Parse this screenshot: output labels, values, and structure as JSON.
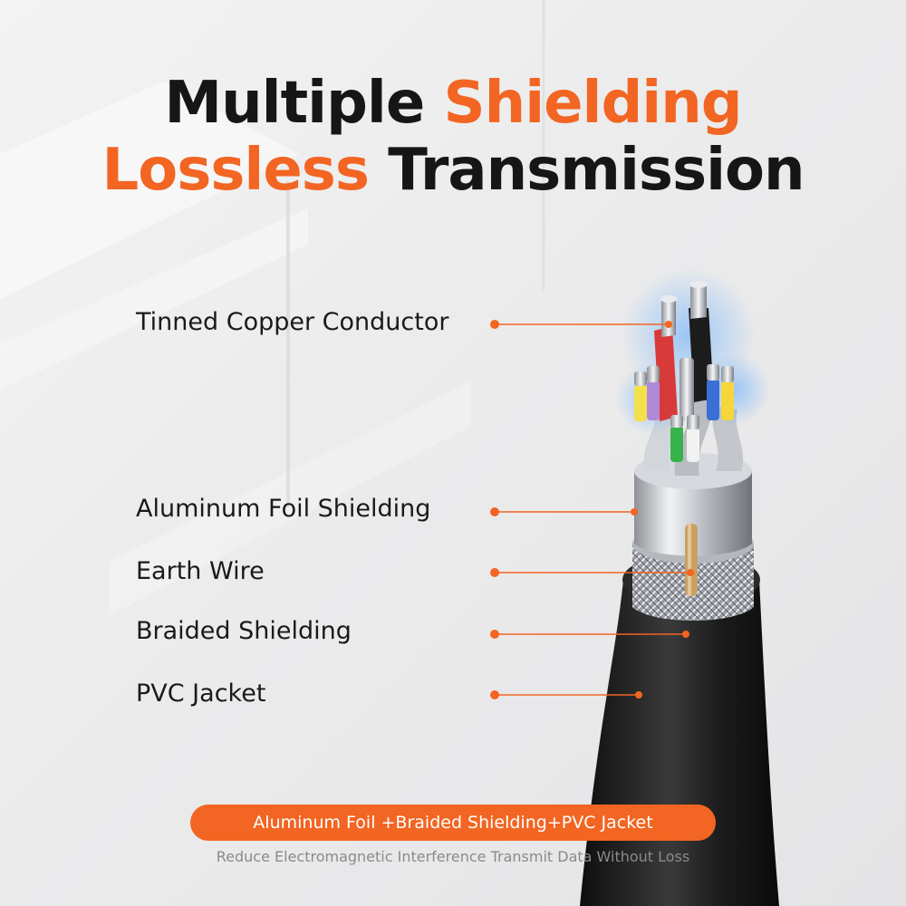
{
  "headline": {
    "line1_dark": "Multiple ",
    "line1_orange": "Shielding",
    "line2_orange": "Lossless ",
    "line2_dark": "Transmission"
  },
  "labels": [
    {
      "text": "Tinned Copper Conductor"
    },
    {
      "text": "Aluminum Foil Shielding"
    },
    {
      "text": "Earth Wire"
    },
    {
      "text": "Braided Shielding"
    },
    {
      "text": "PVC Jacket"
    }
  ],
  "pill_text": "Aluminum Foil +Braided Shielding+PVC Jacket",
  "subtitle": "Reduce Electromagnetic Interference Transmit Data Without Loss",
  "colors": {
    "accent": "#f26522",
    "text_dark": "#161616",
    "subtitle_gray": "#8a8a8a",
    "jacket": "#1b1b1b",
    "foil": "#c9ccd1"
  }
}
